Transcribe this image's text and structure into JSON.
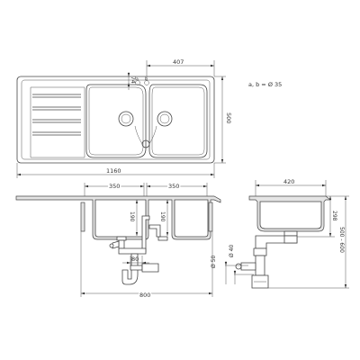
{
  "labels": {
    "top_width": "407",
    "top_offset": "74",
    "top_depth": "500",
    "overall_width": "1160",
    "hole_note": "a, b = Ø 35",
    "hole_a": "a",
    "hole_b": "b",
    "bowl_width_left": "350",
    "bowl_width_right": "350",
    "bowl_depth_left": "190",
    "bowl_depth_right": "190",
    "trap_offset": "80",
    "cabinet_width": "800",
    "side_width": "420",
    "side_height": "298",
    "side_total": "500 - 600",
    "pipe_dia_1": "Ø 50",
    "pipe_dia_2": "Ø 40"
  }
}
